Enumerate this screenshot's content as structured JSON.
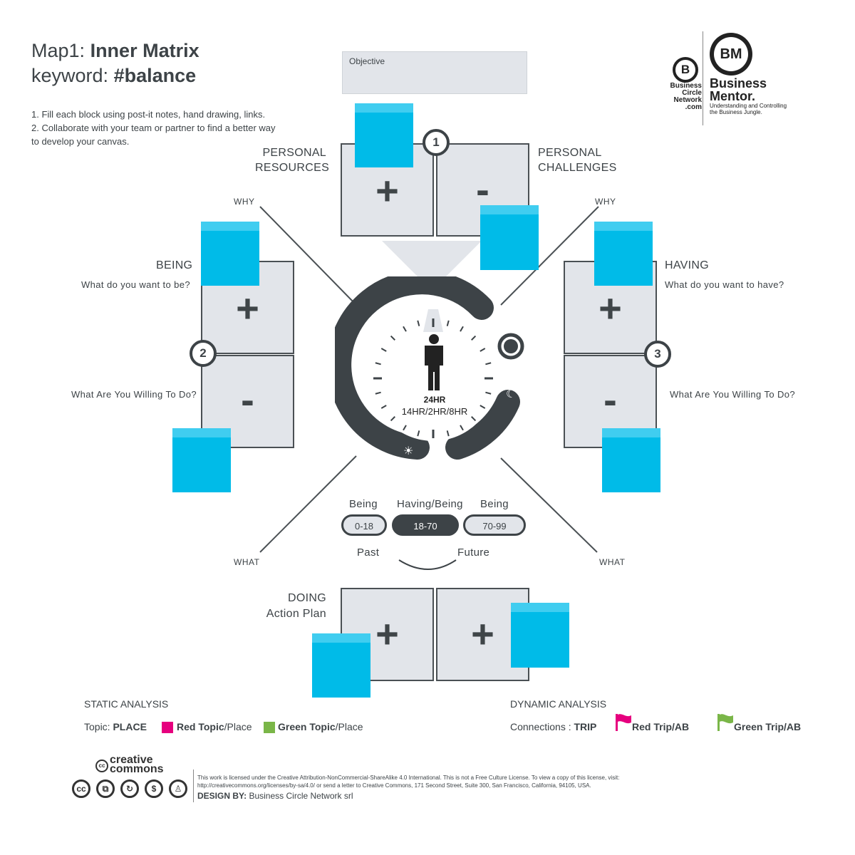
{
  "header": {
    "map_label": "Map1:",
    "map_name": "Inner Matrix",
    "keyword_label": "keyword:",
    "keyword_value": "#balance",
    "instruction_1": "1. Fill each block using post-it notes, hand drawing, links.",
    "instruction_2": "2. Collaborate with your team or  partner to find a better way",
    "instruction_3": "to develop your canvas."
  },
  "objective": {
    "label": "Objective"
  },
  "logos": {
    "bcn_letter": "B",
    "bcn_line1": "Business",
    "bcn_line2": "Circle",
    "bcn_line3": "Network",
    "bcn_line4": ".com",
    "bm_monogram": "BM",
    "bm_name_1": "Business",
    "bm_name_2": "Mentor.",
    "bm_tag_1": "Understanding and Controlling",
    "bm_tag_2": "the Business Jungle."
  },
  "sections": {
    "personal_resources_1": "PERSONAL",
    "personal_resources_2": "RESOURCES",
    "personal_challenges_1": "PERSONAL",
    "personal_challenges_2": "CHALLENGES",
    "why_left": "WHY",
    "why_right": "WHY",
    "what_left": "WHAT",
    "what_right": "WHAT",
    "being_title": "BEING",
    "being_question": "What do you want to be?",
    "being_willing": "What Are You Willing To Do?",
    "having_title": "HAVING",
    "having_question": "What do you want to have?",
    "having_willing": "What Are You Willing To Do?",
    "doing_title": "DOING",
    "doing_subtitle": "Action Plan",
    "badge_1": "1",
    "badge_2": "2",
    "badge_3": "3",
    "plus": "+",
    "minus": "-"
  },
  "clock": {
    "hours": "24HR",
    "split": "14HR/2HR/8HR"
  },
  "ages": {
    "label_being_left": "Being",
    "label_having_being": "Having/Being",
    "label_being_right": "Being",
    "range_1": "0-18",
    "range_2": "18-70",
    "range_3": "70-99",
    "past": "Past",
    "future": "Future"
  },
  "static_analysis": {
    "title": "STATIC ANALYSIS",
    "topic_label": "Topic: ",
    "topic_value": "PLACE",
    "red_topic": "Red Topic",
    "red_place": "/Place",
    "green_topic": "Green Topic",
    "green_place": "/Place",
    "red_color": "#e6007e",
    "green_color": "#7ab648"
  },
  "dynamic_analysis": {
    "title": "DYNAMIC ANALYSIS",
    "connections_label": "Connections : ",
    "connections_value": "TRIP",
    "red_trip": "Red Trip/AB",
    "green_trip": "Green Trip/AB"
  },
  "license": {
    "cc_word_1": "creative",
    "cc_word_2": "commons",
    "text_1": "This work is licensed under the Creative Attribution-NonCommercial-ShareAlike 4.0 International.  This is not a Free Culture License. To view a copy of this license, visit:",
    "text_2": "http://creativecommons.org/licenses/by-sa/4.0/ or send a letter to Creative Commons, 171 Second Street, Suite 300, San Francisco, California, 94105, USA.",
    "design_label": "DESIGN BY:",
    "design_value": " Business Circle Network srl"
  },
  "colors": {
    "postit": "#00bbe8",
    "box_fill": "#e2e5ea",
    "dark": "#3d4347"
  }
}
